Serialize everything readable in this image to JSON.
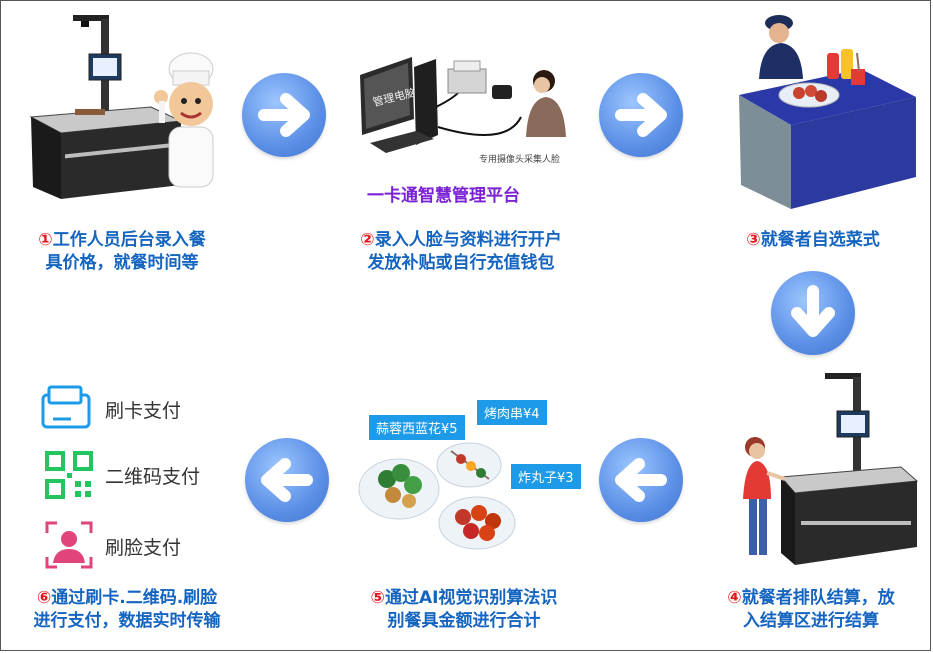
{
  "steps": [
    {
      "num": "①",
      "text": "工作人员后台录入餐具价格，就餐时间等",
      "line1": "工作人员后台录入餐",
      "line2": "具价格，就餐时间等"
    },
    {
      "num": "②",
      "line1": "录入人脸与资料进行开户",
      "line2": "发放补贴或自行充值钱包"
    },
    {
      "num": "③",
      "line1": "就餐者自选菜式"
    },
    {
      "num": "④",
      "line1": "就餐者排队结算，放",
      "line2": "入结算区进行结算"
    },
    {
      "num": "⑤",
      "line1": "通过AI视觉识别算法识",
      "line2": "别餐具金额进行合计"
    },
    {
      "num": "⑥",
      "line1": "通过刷卡.二维码.刷脸",
      "line2": "进行支付，数据实时传输"
    }
  ],
  "platform_title": "一卡通智慧管理平台",
  "monitor_label": "管理电脑",
  "camera_label": "专用摄像头采集人脸",
  "food_tags": [
    {
      "text": "蒜蓉西蓝花¥5"
    },
    {
      "text": "烤肉串¥4"
    },
    {
      "text": "炸丸子¥3"
    }
  ],
  "payments": [
    {
      "label": "刷卡支付",
      "icon": "card-swipe-icon"
    },
    {
      "label": "二维码支付",
      "icon": "qr-code-icon"
    },
    {
      "label": "刷脸支付",
      "icon": "face-pay-icon"
    }
  ],
  "colors": {
    "caption": "#1565c0",
    "number": "#e5181f",
    "platform": "#7b22d6",
    "arrow": "#5b8fe6",
    "tag": "#1e9be8"
  }
}
